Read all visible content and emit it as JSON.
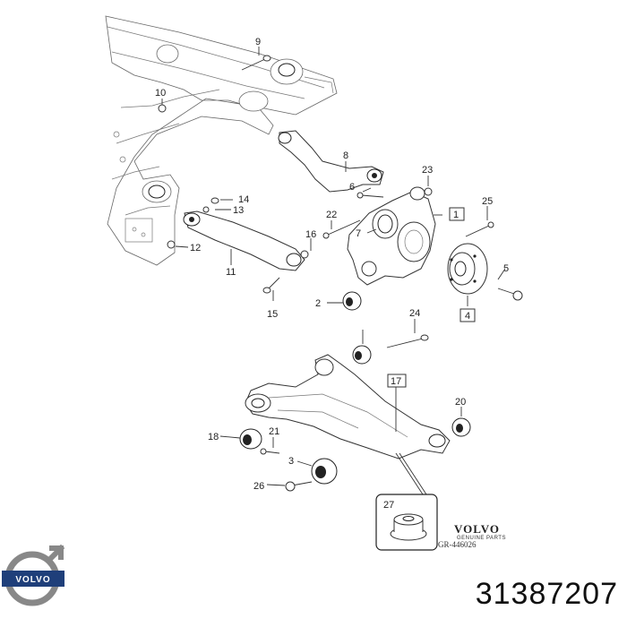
{
  "diagram": {
    "callouts": [
      "1",
      "2",
      "3",
      "4",
      "5",
      "6",
      "7",
      "8",
      "9",
      "10",
      "11",
      "12",
      "13",
      "14",
      "15",
      "16",
      "17",
      "18",
      "20",
      "21",
      "22",
      "23",
      "24",
      "25",
      "26",
      "27"
    ],
    "ref_code": "GR-446026"
  },
  "brand": {
    "logo_text": "VOLVO",
    "small_logo_text": "VOLVO",
    "small_logo_sub": "GENUINE PARTS"
  },
  "part_number": "31387207",
  "colors": {
    "ink": "#222222",
    "logo_blue": "#1f3f7a",
    "logo_ring": "#888888"
  }
}
